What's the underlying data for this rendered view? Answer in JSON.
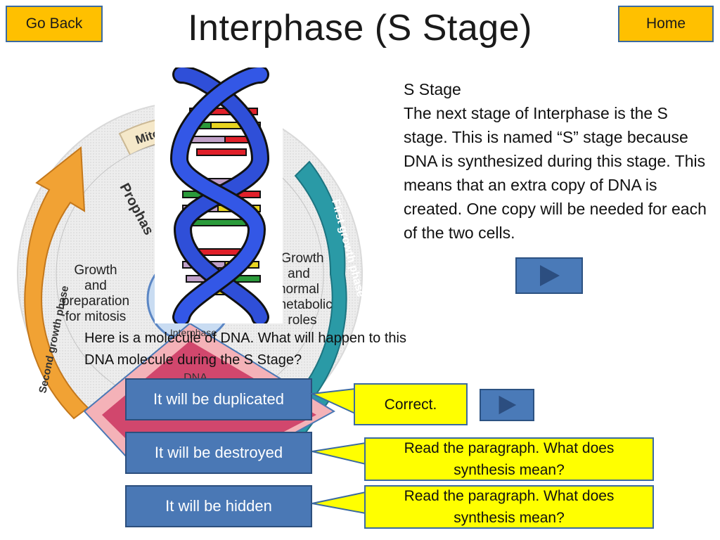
{
  "nav": {
    "back_label": "Go Back",
    "home_label": "Home"
  },
  "page_title": "Interphase (S Stage)",
  "diagram": {
    "labels": {
      "mitosis_top": "Mito",
      "prophase": "Prophas",
      "first_growth": "First growth phase",
      "second_growth": "Second growth phase",
      "growth_mitosis": [
        "Growth",
        "and",
        "preparation",
        "for mitosis"
      ],
      "growth_normal": [
        "Growth",
        "and",
        "normal",
        "metabolic",
        "roles"
      ],
      "interphase": "Interphase",
      "dna": "DNA"
    }
  },
  "info": {
    "heading": "S Stage",
    "body": "The next stage of Interphase is the S stage. This is named “S” stage because DNA is synthesized during this stage. This means that an extra copy of DNA is created. One copy will be needed for each of the two cells."
  },
  "question": "Here is a molecule of DNA. What will happen to this DNA molecule during the S Stage?",
  "answers": [
    {
      "label": "It will be duplicated",
      "feedback": "Correct."
    },
    {
      "label": "It will be destroyed",
      "feedback": "Read the paragraph. What does synthesis mean?"
    },
    {
      "label": "It will be hidden",
      "feedback": "Read the paragraph. What does synthesis mean?"
    }
  ],
  "icons": {
    "play": "play-icon",
    "dna": "dna-icon"
  },
  "colors": {
    "nav_button": "#ffc000",
    "answer_button": "#4a78b5",
    "feedback_box": "#ffff00",
    "play_button": "#4a7ab8"
  }
}
